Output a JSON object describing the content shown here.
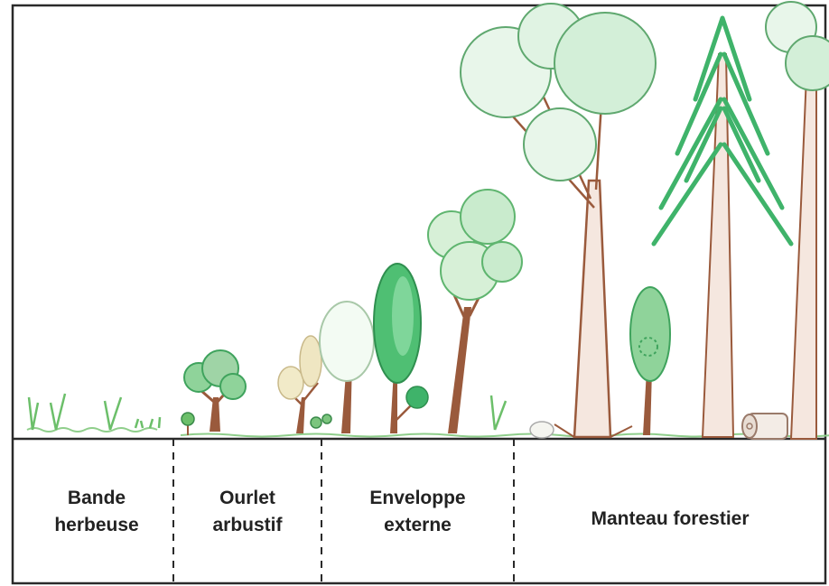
{
  "zones": [
    {
      "label": "Bande\nherbeuse"
    },
    {
      "label": "Ourlet\narbustif"
    },
    {
      "label": "Enveloppe\nexterne"
    },
    {
      "label": "Manteau forestier"
    }
  ],
  "colors": {
    "frame": "#2a2a2a",
    "trunk": "#9a5a3c",
    "foliage_light": "#cfe9d3",
    "foliage_mid": "#9fd4a6",
    "foliage_dark": "#3fb36a",
    "conifer": "#4caf64",
    "grass": "#6cbf6a"
  }
}
